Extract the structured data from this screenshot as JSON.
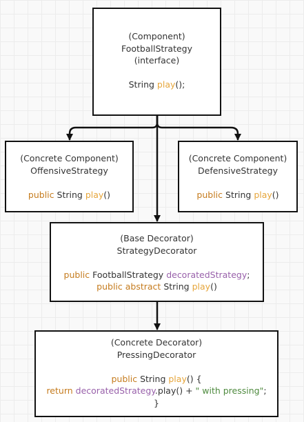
{
  "colors": {
    "keyword": "#c57b1d",
    "method": "#e6a53a",
    "variable": "#9860aa",
    "string": "#4e8a3e",
    "text": "#333333",
    "border": "#111111"
  },
  "component": {
    "stereotype": "(Component)",
    "name": "FootballStrategy",
    "kind": "(interface)",
    "method_type": "String",
    "method_name": "play",
    "method_tail": "();"
  },
  "offensive": {
    "stereotype": "(Concrete Component)",
    "name": "OffensiveStrategy",
    "modifier": "public",
    "method_type": "String",
    "method_name": "play",
    "method_tail": "()"
  },
  "defensive": {
    "stereotype": "(Concrete Component)",
    "name": "DefensiveStrategy",
    "modifier": "public",
    "method_type": "String",
    "method_name": "play",
    "method_tail": "()"
  },
  "decorator": {
    "stereotype": "(Base Decorator)",
    "name": "StrategyDecorator",
    "field_modifier": "public",
    "field_type": "FootballStrategy",
    "field_name": "decoratedStrategy",
    "field_tail": ";",
    "method_modifier": "public abstract",
    "method_type": "String",
    "method_name": "play",
    "method_tail": "()"
  },
  "pressing": {
    "stereotype": "(Concrete Decorator)",
    "name": "PressingDecorator",
    "modifier": "public",
    "method_type": "String",
    "method_name": "play",
    "method_tail": "() {",
    "return_kw": "return",
    "return_var": "decoratedStrategy",
    "return_call": ".play() +",
    "return_string": "\" with pressing\"",
    "return_tail": ";",
    "closing": "}"
  }
}
